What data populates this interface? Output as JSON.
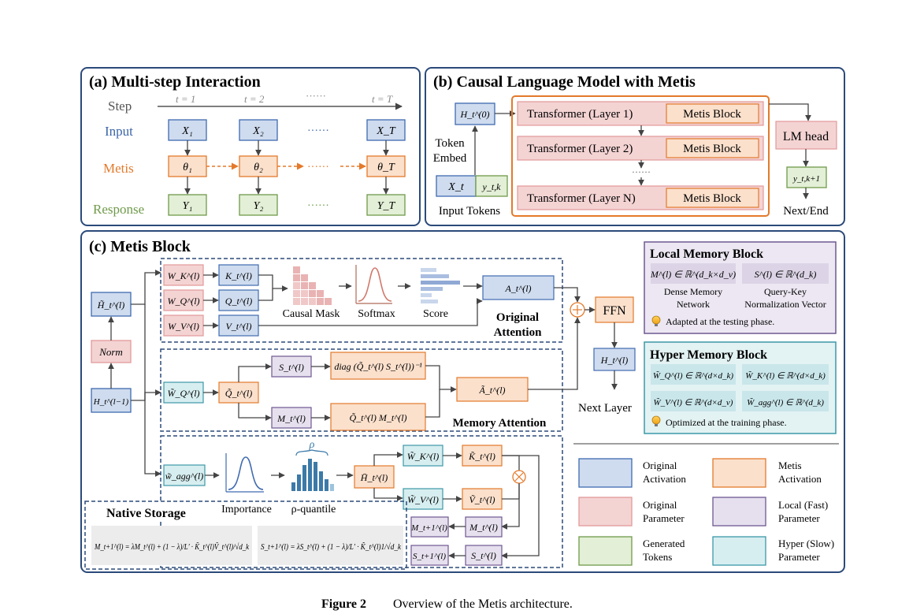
{
  "colors": {
    "panel_border": "#2b4a7a",
    "blue_fill": "#cfdcef",
    "blue_stroke": "#3f6bb0",
    "orange_fill": "#fbe0cc",
    "orange_stroke": "#e37a2b",
    "pink_fill": "#f4d3d3",
    "pink_stroke": "#e29a9a",
    "green_fill": "#e3efd6",
    "green_stroke": "#6f9a4a",
    "purple_fill": "#e6e0ee",
    "purple_stroke": "#6e5891",
    "cyan_fill": "#d7eef0",
    "cyan_stroke": "#3c98a8",
    "input_color": "#3b65a8",
    "metis_color": "#e37a2b",
    "response_color": "#6f9a4a"
  },
  "panel_a": {
    "title": "(a) Multi-step Interaction",
    "row_step": "Step",
    "row_input": "Input",
    "row_metis": "Metis",
    "row_response": "Response",
    "t1": "t = 1",
    "t2": "t = 2",
    "tdots": "······",
    "tT": "t = T",
    "x1": "X₁",
    "x2": "X₂",
    "xT": "X_T",
    "th1": "θ₁",
    "th2": "θ₂",
    "thT": "θ_T",
    "y1": "Y₁",
    "y2": "Y₂",
    "yT": "Y_T",
    "dots": "······"
  },
  "panel_b": {
    "title": "(b) Causal Language Model with Metis",
    "h0": "H_t^(0)",
    "token_embed_1": "Token",
    "token_embed_2": "Embed",
    "xt": "X_t",
    "ytk": "y_t,k",
    "input_tokens": "Input Tokens",
    "layer1": "Transformer (Layer 1)",
    "layer2": "Transformer (Layer 2)",
    "layerN": "Transformer (Layer N)",
    "metis_block": "Metis Block",
    "vdots": "······",
    "lm_head": "LM head",
    "ytk1": "y_t,k+1",
    "next_end": "Next/End"
  },
  "panel_c": {
    "title": "(c) Metis Block",
    "wk": "W_K^(l)",
    "wq": "W_Q^(l)",
    "wv": "W_V^(l)",
    "kt": "K_t^(l)",
    "qt": "Q_t^(l)",
    "vt": "V_t^(l)",
    "h_tilde": "H̃_t^(l)",
    "norm": "Norm",
    "h_prev": "H_t^(l−1)",
    "causal_mask": "Causal Mask",
    "softmax": "Softmax",
    "score": "Score",
    "at": "A_t^(l)",
    "orig_att_1": "Original",
    "orig_att_2": "Attention",
    "wq_tilde": "W̃_Q^(l)",
    "q_tilde": "Q̃_t^(l)",
    "st": "S_t^(l)",
    "mt": "M_t^(l)",
    "diag": "diag (Q̃_t^(l) S_t^(l))⁻¹",
    "qm": "Q̃_t^(l) M_t^(l)",
    "a_tilde": "Ã_t^(l)",
    "mem_att": "Memory Attention",
    "ffn": "FFN",
    "ht": "H_t^(l)",
    "next_layer": "Next Layer",
    "w_agg": "w̃_agg^(l)",
    "importance": "Importance",
    "rho": "ρ",
    "rho_quantile": "ρ-quantile",
    "h_bar": "H̄_t^(l)",
    "wk_tilde": "W̃_K^(l)",
    "wv_tilde": "W̃_V^(l)",
    "k_tilde": "K̃_t^(l)",
    "v_tilde": "Ṽ_t^(l)",
    "mt1": "M_t+1^(l)",
    "mt2": "M_t^(l)",
    "st1": "S_t+1^(l)",
    "st2": "S_t^(l)",
    "native_storage": "Native Storage",
    "eq_m": "M_t+1^(l) = λM_t^(l) + (1 − λ)/L′ · K̃_t^(l)Ṽ_t^(l)/√d_k",
    "eq_s": "S_t+1^(l) = λS_t^(l) + (1 − λ)/L′ · K̃_t^(l)1/√d_k"
  },
  "local_memory": {
    "title": "Local Memory Block",
    "m_def": "M^(l) ∈ ℝ^(d_k×d_v)",
    "s_def": "S^(l) ∈ ℝ^(d_k)",
    "m_desc_1": "Dense Memory",
    "m_desc_2": "Network",
    "s_desc_1": "Query-Key",
    "s_desc_2": "Normalization Vector",
    "note": "Adapted at the testing phase."
  },
  "hyper_memory": {
    "title": "Hyper Memory Block",
    "wq": "W̃_Q^(l) ∈ ℝ^(d×d_k)",
    "wk": "W̃_K^(l) ∈ ℝ^(d×d_k)",
    "wv": "W̃_V^(l) ∈ ℝ^(d×d_v)",
    "wagg": "W̃_agg^(l) ∈ ℝ^(d_k)",
    "note": "Optimized at the training phase."
  },
  "legend": {
    "orig_act_1": "Original",
    "orig_act_2": "Activation",
    "metis_act_1": "Metis",
    "metis_act_2": "Activation",
    "orig_param_1": "Original",
    "orig_param_2": "Parameter",
    "local_param_1": "Local (Fast)",
    "local_param_2": "Parameter",
    "gen_tok_1": "Generated",
    "gen_tok_2": "Tokens",
    "hyper_param_1": "Hyper (Slow)",
    "hyper_param_2": "Parameter"
  },
  "caption": {
    "label": "Figure 2",
    "text": "Overview of the Metis architecture."
  }
}
